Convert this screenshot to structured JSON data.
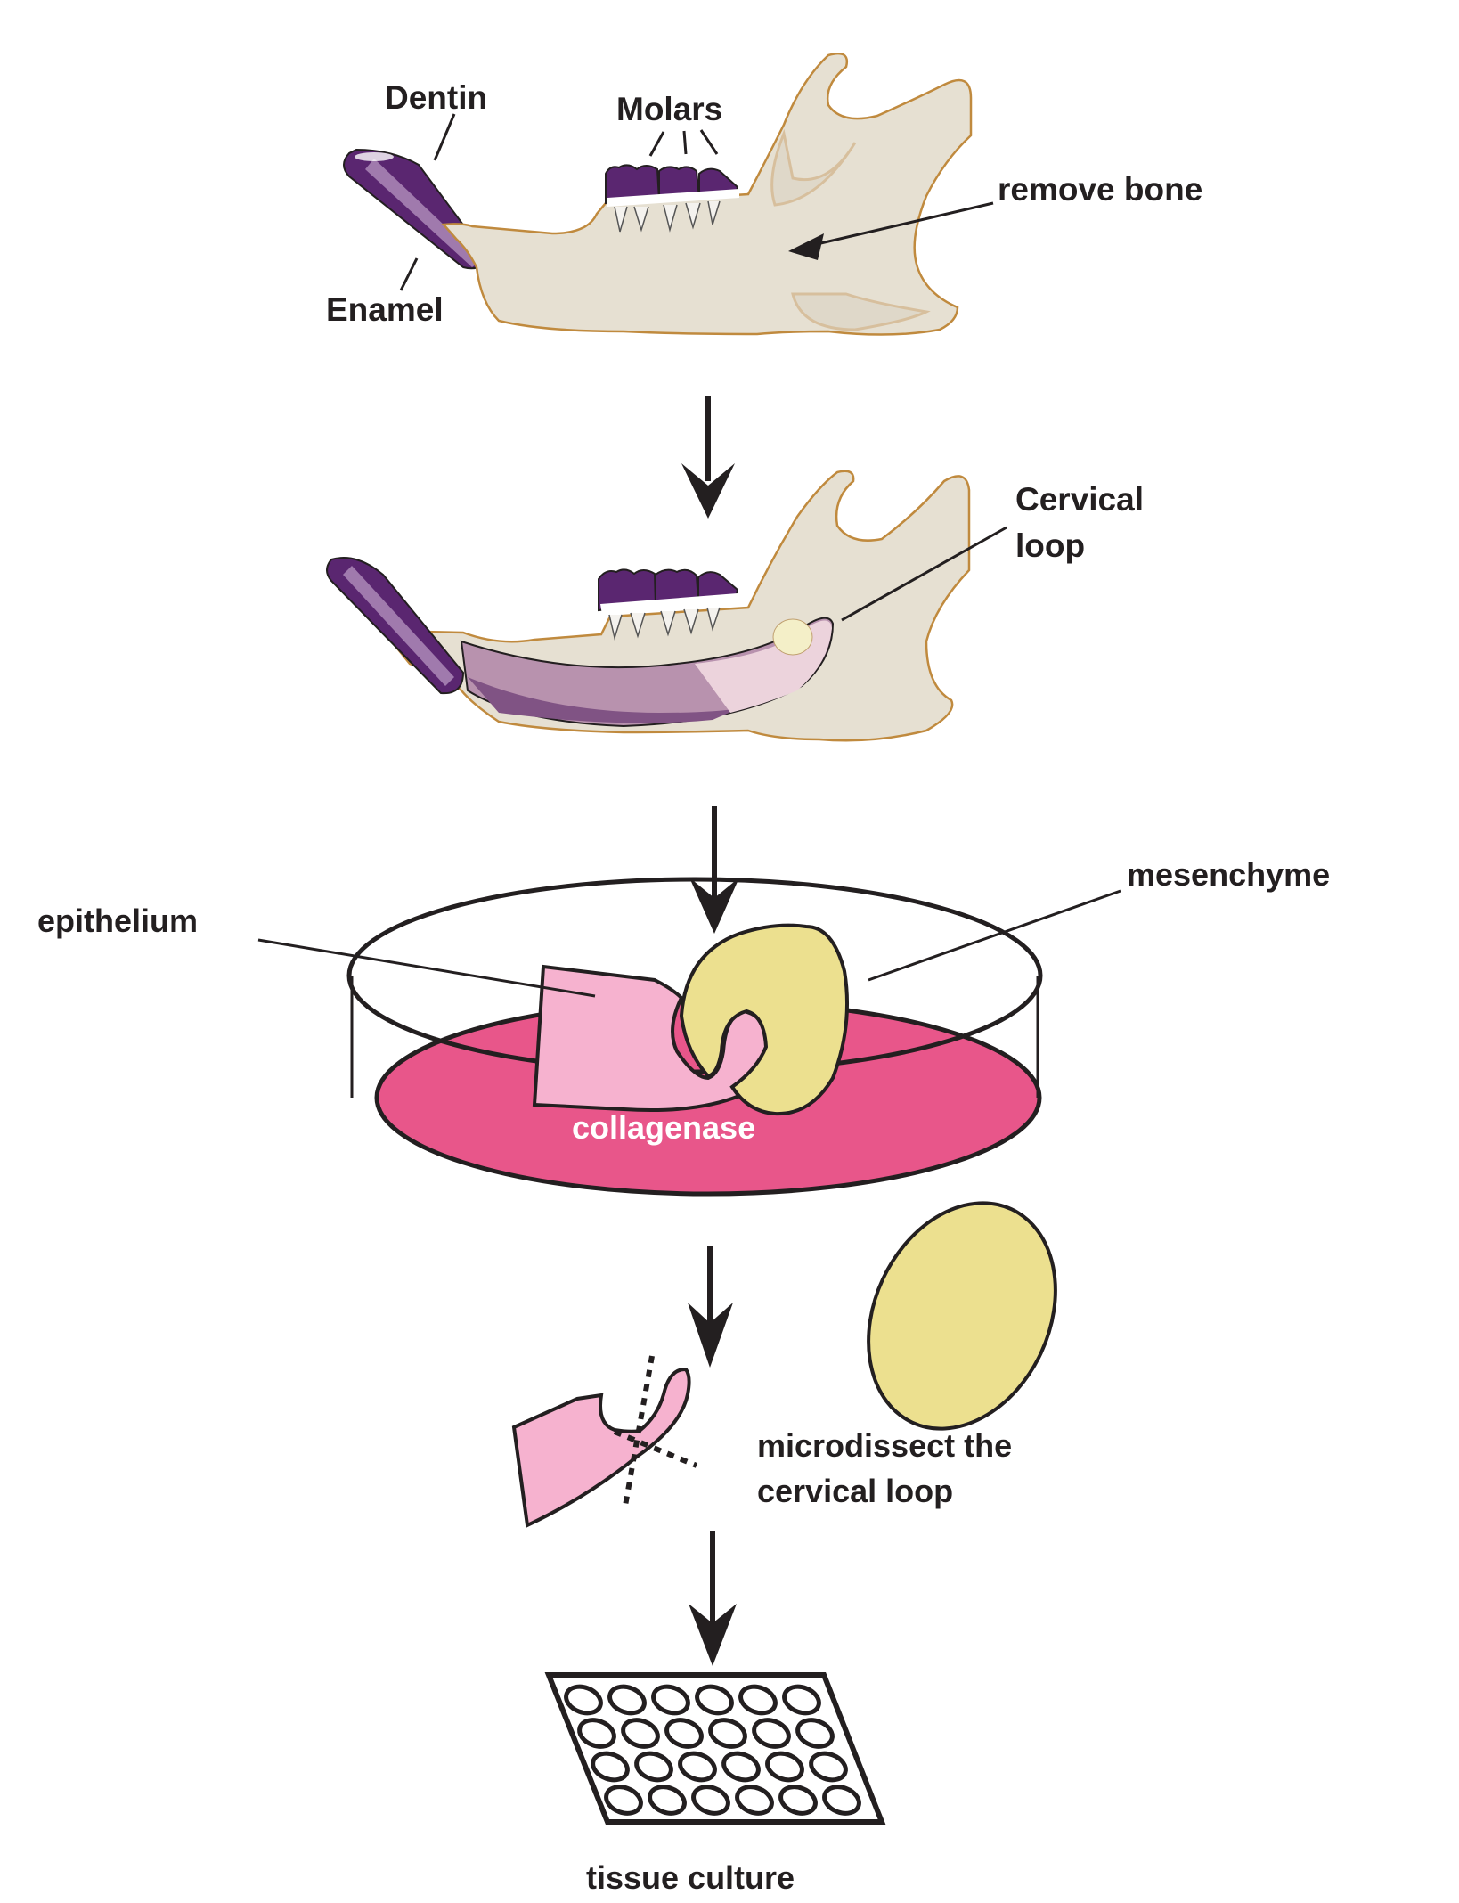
{
  "figure": {
    "title": "Cervical loop microdissection workflow",
    "colors": {
      "bone": "#e6e0d2",
      "bone_outline": "#c08a3e",
      "incisor_dark": "#5a2670",
      "incisor_light": "#a07aad",
      "molar_crown": "#5a2670",
      "epithelium": "#f6b2cf",
      "mesenchyme": "#ece08f",
      "collagenase": "#e8568a",
      "text": "#231f20"
    },
    "step1": {
      "labels": {
        "dentin": "Dentin",
        "molars": "Molars",
        "enamel": "Enamel",
        "remove_bone": "remove bone"
      }
    },
    "step2": {
      "labels": {
        "cervical_line1": "Cervical",
        "cervical_line2": "loop"
      }
    },
    "step3": {
      "labels": {
        "epithelium": "epithelium",
        "mesenchyme": "mesenchyme",
        "collagenase": "collagenase"
      }
    },
    "step4": {
      "labels": {
        "microdissect_line1": "microdissect the",
        "microdissect_line2": "cervical loop"
      }
    },
    "step5": {
      "labels": {
        "tissue_culture": "tissue culture"
      },
      "plate": {
        "rows": 4,
        "cols": 6
      }
    }
  }
}
